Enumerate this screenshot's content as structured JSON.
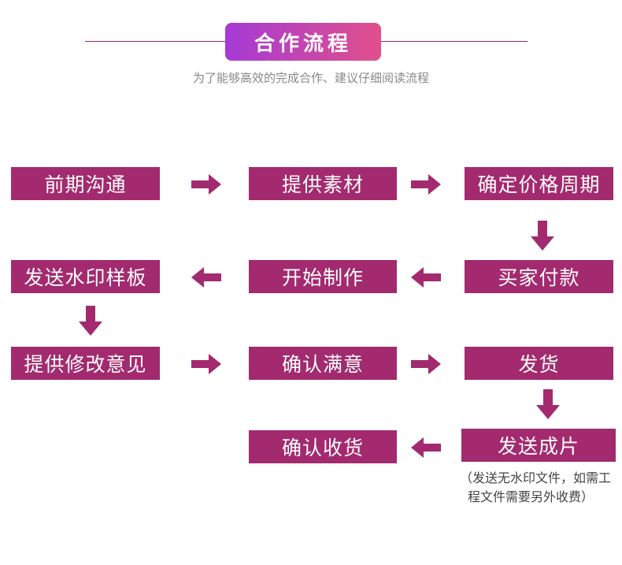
{
  "header": {
    "title": "合作流程",
    "subtitle": "为了能够高效的完成合作、建议仔细阅读流程"
  },
  "steps": [
    "前期沟通",
    "提供素材",
    "确定价格周期",
    "买家付款",
    "开始制作",
    "发送水印样板",
    "提供修改意见",
    "确认满意",
    "发货",
    "发送成片",
    "确认收货"
  ],
  "note": {
    "line1": "（发送无水印文件，如需工",
    "line2": "程文件需要另外收费）"
  },
  "colors": {
    "step_fill": "#a32a6e",
    "arrow": "#a32a6e",
    "title_gradient_start": "#a63ad6",
    "title_gradient_end": "#e0508a"
  }
}
